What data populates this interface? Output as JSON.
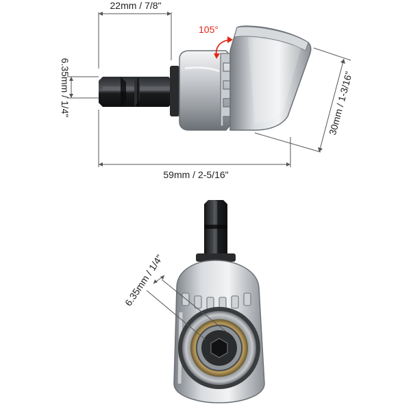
{
  "dimensions": {
    "shank_length": "22mm / 7/8\"",
    "hex_size_side": "6.35mm / 1/4\"",
    "total_length": "59mm / 2-5/16\"",
    "head_height": "30mm / 1-3/16\"",
    "hex_size_bottom": "6.35mm / 1/4\"",
    "angle": "105°"
  },
  "colors": {
    "angle_label": "#e0271a",
    "dimension_line": "#555555",
    "steel_light": "#e6e8ea",
    "steel_mid": "#a9adb2",
    "steel_dark": "#5e6368",
    "hex_black": "#1c1d1f"
  }
}
